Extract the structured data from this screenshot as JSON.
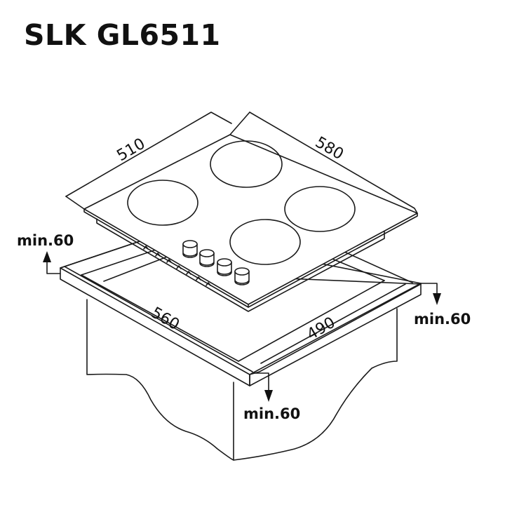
{
  "title": "SLK GL6511",
  "dimensions": {
    "hob_depth": "510",
    "hob_width": "580",
    "cutout_width": "560",
    "cutout_depth": "490"
  },
  "clearances": {
    "left": "min.60",
    "right": "min.60",
    "front": "min.60"
  },
  "hob": {
    "burners": 4,
    "knobs": 4
  },
  "colors": {
    "line": "#1a1a1a",
    "background": "#ffffff"
  }
}
